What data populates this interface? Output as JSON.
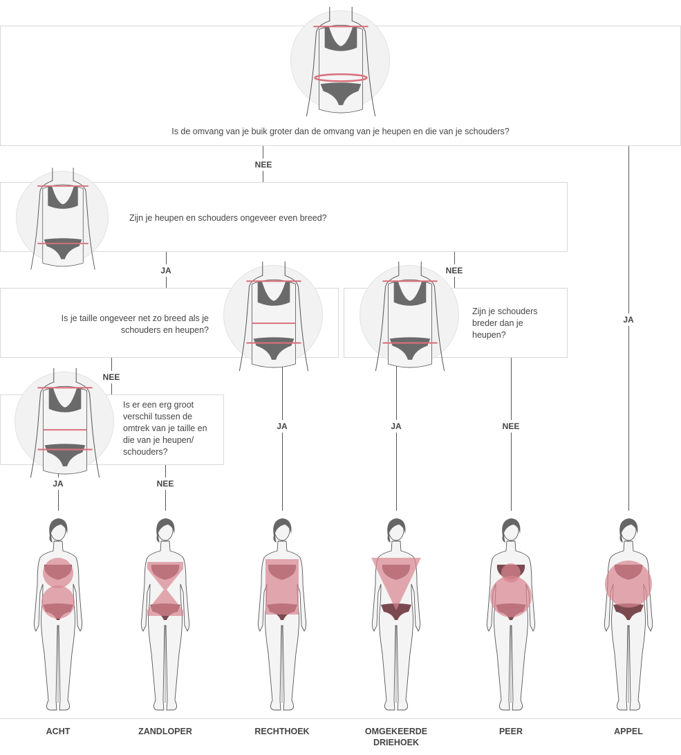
{
  "questions": {
    "q1": "Is de omvang van je buik groter dan de omvang van je heupen en die van je schouders?",
    "q2": "Zijn je heupen en schouders ongeveer even breed?",
    "q3": "Is je taille ongeveer net zo breed als je schouders en heupen?",
    "q4": "Zijn je schouders breder dan je heupen?",
    "q5": "Is er een erg groot verschil tussen de omtrek van je taille en die van je heupen/ schouders?"
  },
  "answers": {
    "q1_no": "NEE",
    "q1_yes": "JA",
    "q2_yes": "JA",
    "q2_no": "NEE",
    "q3_no": "NEE",
    "q3_yes": "JA",
    "q4_yes": "JA",
    "q4_no": "NEE",
    "q5_yes": "JA",
    "q5_no": "NEE"
  },
  "shapes": [
    {
      "name": "ACHT",
      "overlay": "eight"
    },
    {
      "name": "ZANDLOPER",
      "overlay": "hourglass"
    },
    {
      "name": "RECHTHOEK",
      "overlay": "rectangle"
    },
    {
      "name": "OMGEKEERDE DRIEHOEK",
      "overlay": "triangle"
    },
    {
      "name": "PEER",
      "overlay": "pear"
    },
    {
      "name": "APPEL",
      "overlay": "apple"
    }
  ],
  "colors": {
    "overlay": "#d9848e",
    "underwear": "#7a4a50",
    "underwear_plain": "#6a6a6a",
    "measure": "#d9707c",
    "skin": "#f4f4f4",
    "outline": "#555555"
  }
}
